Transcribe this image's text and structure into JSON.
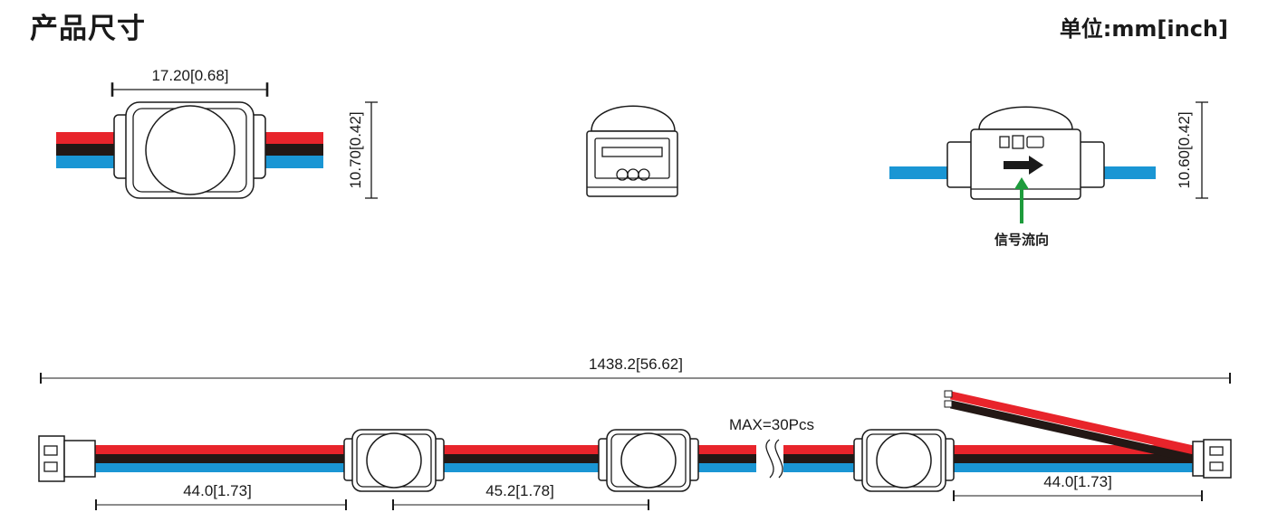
{
  "title": "产品尺寸",
  "units_label": "单位:mm[inch]",
  "colors": {
    "red": "#e8242b",
    "black": "#231815",
    "blue": "#1a96d4",
    "arrow": "#1e9b3c",
    "line": "#1a1a1a"
  },
  "top_view": {
    "width_dim": "17.20[0.68]",
    "height_dim": "10.70[0.42]"
  },
  "side_view": {
    "height_dim": "10.60[0.42]",
    "signal_label": "信号流向"
  },
  "chain": {
    "total_length": "1438.2[56.62]",
    "lead_left": "44.0[1.73]",
    "pitch": "45.2[1.78]",
    "lead_right": "44.0[1.73]",
    "max_label": "MAX=30Pcs"
  }
}
